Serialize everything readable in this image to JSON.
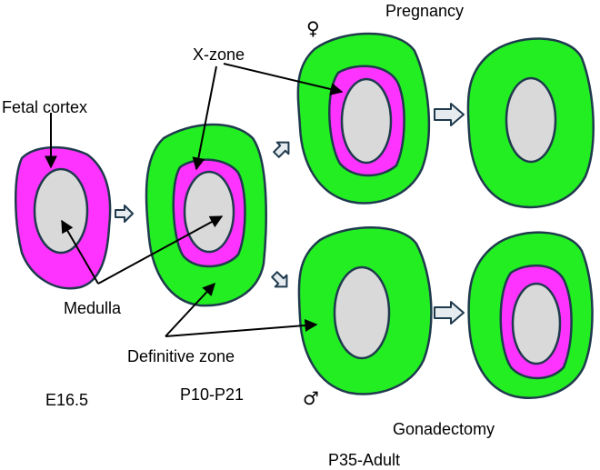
{
  "labels": {
    "fetal_cortex": "Fetal cortex",
    "x_zone": "X-zone",
    "medulla": "Medulla",
    "definitive_zone": "Definitive zone",
    "pregnancy": "Pregnancy",
    "gonadectomy": "Gonadectomy",
    "stage_e16": "E16.5",
    "stage_p10": "P10-P21",
    "stage_adult": "P35-Adult"
  },
  "symbols": {
    "female": "♀",
    "male": "♂"
  },
  "colors": {
    "definitive_zone": "#22ee22",
    "x_zone": "#ff33ff",
    "medulla": "#d9d9d9",
    "outline": "#1f3a4d",
    "flow_arrow": "#e6ebef"
  }
}
